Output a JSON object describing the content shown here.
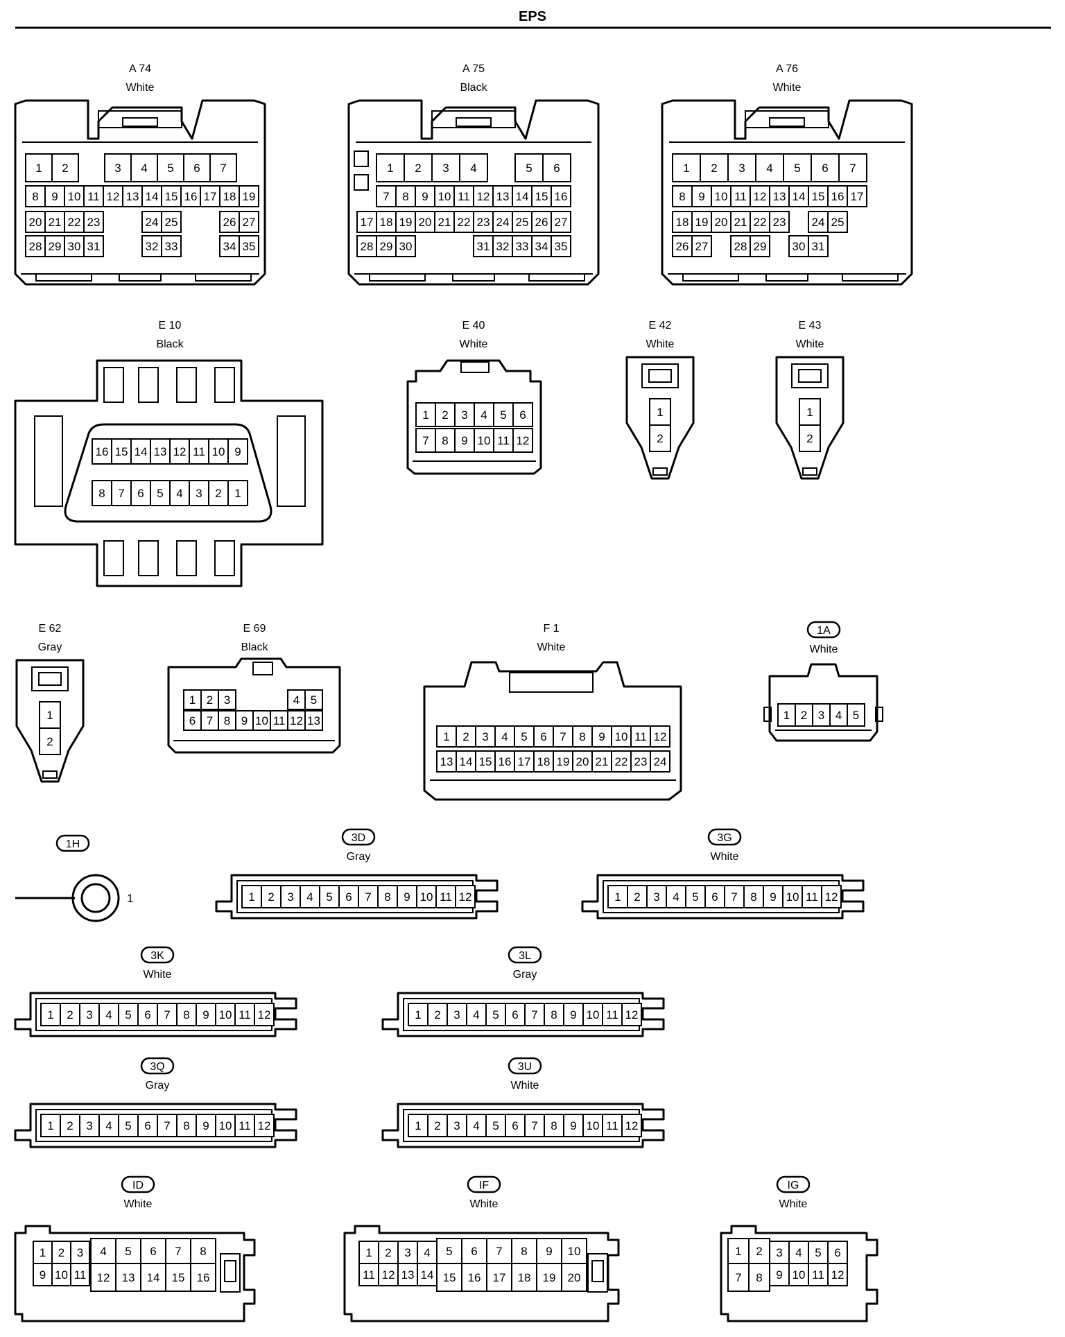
{
  "page": {
    "title": "EPS"
  },
  "connectors": [
    {
      "id": "A 74",
      "color": "White",
      "pins": 35
    },
    {
      "id": "A 75",
      "color": "Black",
      "pins": 35
    },
    {
      "id": "A 76",
      "color": "White",
      "pins": 31
    },
    {
      "id": "E 10",
      "color": "Black",
      "pins": 16
    },
    {
      "id": "E 40",
      "color": "White",
      "pins": 12
    },
    {
      "id": "E 42",
      "color": "White",
      "pins": 2
    },
    {
      "id": "E 43",
      "color": "White",
      "pins": 2
    },
    {
      "id": "E 62",
      "color": "Gray",
      "pins": 2
    },
    {
      "id": "E 69",
      "color": "Black",
      "pins": 13
    },
    {
      "id": "F 1",
      "color": "White",
      "pins": 24
    },
    {
      "id": "1A",
      "color": "White",
      "pins": 5
    },
    {
      "id": "1H",
      "color": "",
      "pins": 1
    },
    {
      "id": "3D",
      "color": "Gray",
      "pins": 12
    },
    {
      "id": "3G",
      "color": "White",
      "pins": 12
    },
    {
      "id": "3K",
      "color": "White",
      "pins": 12
    },
    {
      "id": "3L",
      "color": "Gray",
      "pins": 12
    },
    {
      "id": "3Q",
      "color": "Gray",
      "pins": 12
    },
    {
      "id": "3U",
      "color": "White",
      "pins": 12
    },
    {
      "id": "ID",
      "color": "White",
      "pins": 16
    },
    {
      "id": "IF",
      "color": "White",
      "pins": 20
    },
    {
      "id": "IG",
      "color": "White",
      "pins": 12
    }
  ]
}
